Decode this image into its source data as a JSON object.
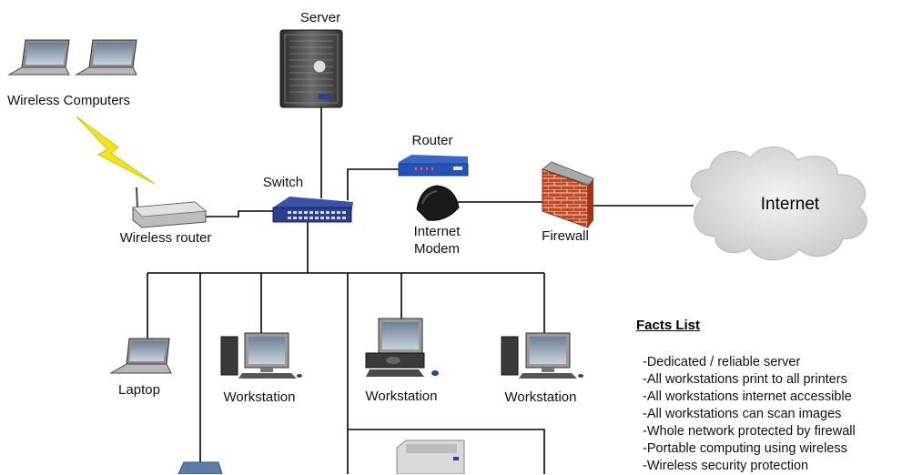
{
  "labels": {
    "server": "Server",
    "wireless_computers": "Wireless Computers",
    "router": "Router",
    "switch": "Switch",
    "wireless_router": "Wireless router",
    "internet_modem_line1": "Internet",
    "internet_modem_line2": "Modem",
    "firewall": "Firewall",
    "internet": "Internet",
    "laptop": "Laptop",
    "workstation_1": "Workstation",
    "workstation_2": "Workstation",
    "workstation_3": "Workstation"
  },
  "facts": {
    "title": "Facts List",
    "items": [
      "-Dedicated / reliable server",
      "-All workstations print to all printers",
      "-All workstations internet accessible",
      "-All workstations can scan images",
      "-Whole network protected by firewall",
      "-Portable computing using wireless",
      "-Wireless security protection"
    ]
  },
  "colors": {
    "line": "#000000",
    "lightning": "#f2e320",
    "switch_blue": "#2c3f8f",
    "router_blue": "#2452b8",
    "firewall_brick": "#c8451e",
    "cloud": "#d9d9d9"
  }
}
